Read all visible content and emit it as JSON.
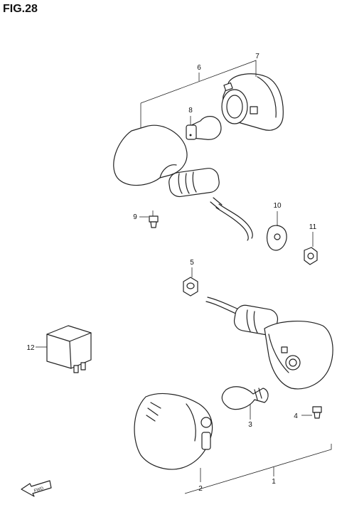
{
  "figure": {
    "title": "FIG.28"
  },
  "callouts": {
    "c1": "1",
    "c2": "2",
    "c3": "3",
    "c4": "4",
    "c5": "5",
    "c6": "6",
    "c7": "7",
    "c8": "8",
    "c9": "9",
    "c10": "10",
    "c11": "11",
    "c12": "12"
  },
  "fwd_label": "FWD",
  "parts": [
    "front-turn-signal-assembly",
    "rear-turn-signal-assembly",
    "bulb",
    "screw",
    "nut",
    "lens",
    "housing",
    "bulb",
    "screw",
    "washer",
    "nut",
    "relay"
  ]
}
